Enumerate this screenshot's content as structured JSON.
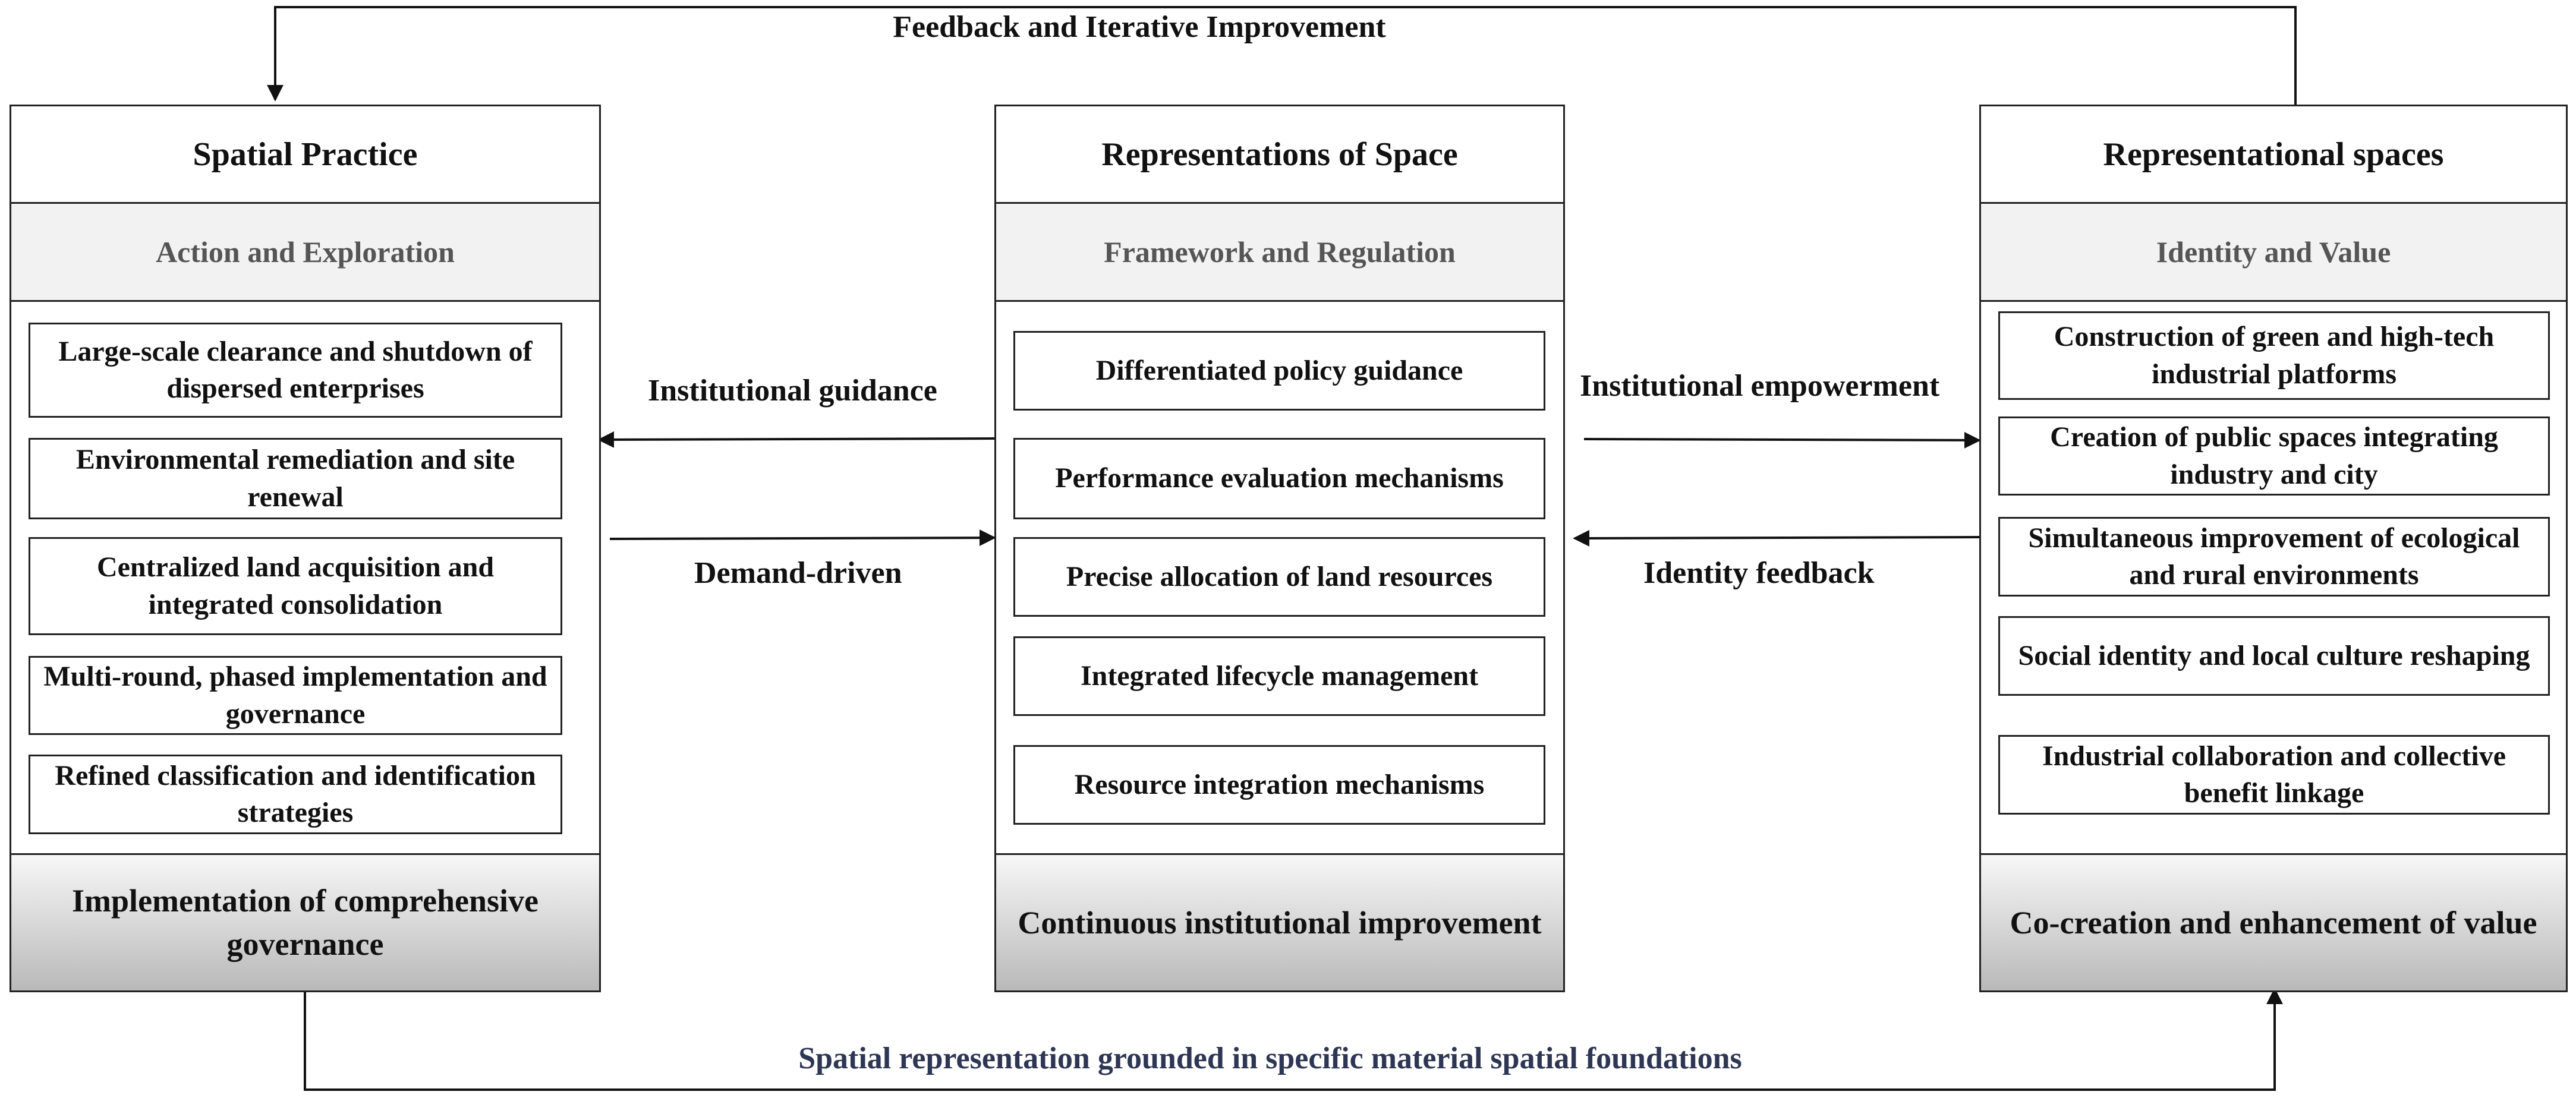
{
  "top_label": "Feedback and Iterative Improvement",
  "bottom_label": "Spatial representation grounded in specific material spatial foundations",
  "columns": [
    {
      "title": "Spatial Practice",
      "subtitle": "Action and Exploration",
      "items": [
        "Large-scale clearance and shutdown of dispersed enterprises",
        "Environmental remediation and site renewal",
        "Centralized land acquisition and integrated consolidation",
        "Multi-round, phased implementation and governance",
        "Refined classification and identification strategies"
      ],
      "footer": "Implementation of comprehensive governance"
    },
    {
      "title": "Representations of Space",
      "subtitle": "Framework and Regulation",
      "items": [
        "Differentiated policy guidance",
        "Performance evaluation mechanisms",
        "Precise allocation of land resources",
        "Integrated lifecycle management",
        "Resource integration mechanisms"
      ],
      "footer": "Continuous institutional improvement"
    },
    {
      "title": "Representational spaces",
      "subtitle": "Identity and Value",
      "items": [
        "Construction of green and high-tech industrial platforms",
        "Creation of public spaces integrating industry and city",
        "Simultaneous improvement of ecological and rural environments",
        "Social identity and local culture reshaping",
        "Industrial collaboration and collective benefit linkage"
      ],
      "footer": "Co-creation and enhancement of value"
    }
  ],
  "links": {
    "left_to_mid_top": "Institutional guidance",
    "left_to_mid_bottom": "Demand-driven",
    "mid_to_right_top": "Institutional empowerment",
    "mid_to_right_bottom": "Identity feedback"
  },
  "colors": {
    "line": "#111111",
    "subtitle_bg": "#f2f2f2",
    "bottom_label": "#2e3655"
  }
}
